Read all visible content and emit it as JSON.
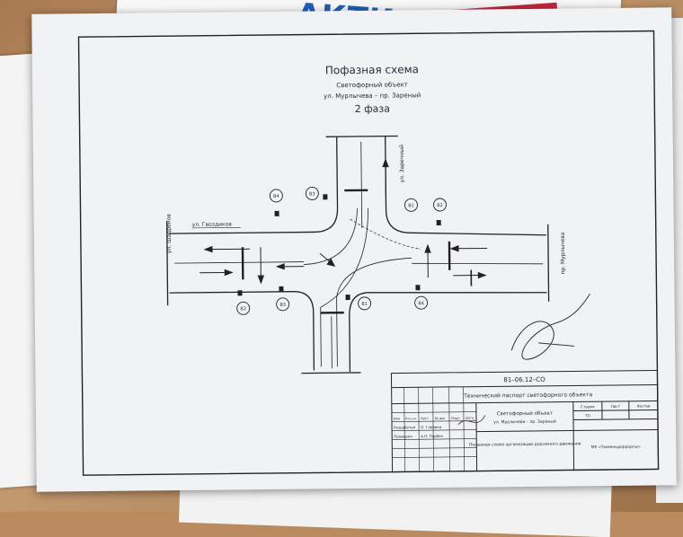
{
  "brand_fragment": "АКТИ",
  "title": "Пофазная схема",
  "subtitle": "Светофорный объект",
  "location": "ул. Мурлычева – пр. Зареный",
  "phase": "2 фаза",
  "streets": {
    "left": "ул. Шадренов",
    "top_left": "ул. Гвоздиков",
    "top_right": "ул. Заречный",
    "right": "пр. Мурлычева"
  },
  "signals": [
    "В4",
    "В3",
    "В1",
    "В2",
    "В2",
    "В3",
    "В1",
    "В4"
  ],
  "stamp": {
    "doc_code": "81–06.12–СО",
    "doc_title": "Технический паспорт светофорного объекта",
    "object": "Светофорный объект",
    "object_loc": "ул. Мурлычева – пр. Зареный",
    "sheet_desc": "Пофазная схема организации дорожного движения",
    "org": "МУ «Тюменьдоррорсы»",
    "col_stage": "Стадия",
    "col_sheet": "Лист",
    "col_sheets": "Листов",
    "stage_val": "ТО",
    "row_dev": "Разработал",
    "row_check": "Проверил",
    "dev_name": "О. Глебина",
    "check_name": "А.П. Порбеч",
    "head": [
      "Изм",
      "Кол.уч",
      "Лист",
      "№ док",
      "Подп.",
      "Дата"
    ]
  }
}
